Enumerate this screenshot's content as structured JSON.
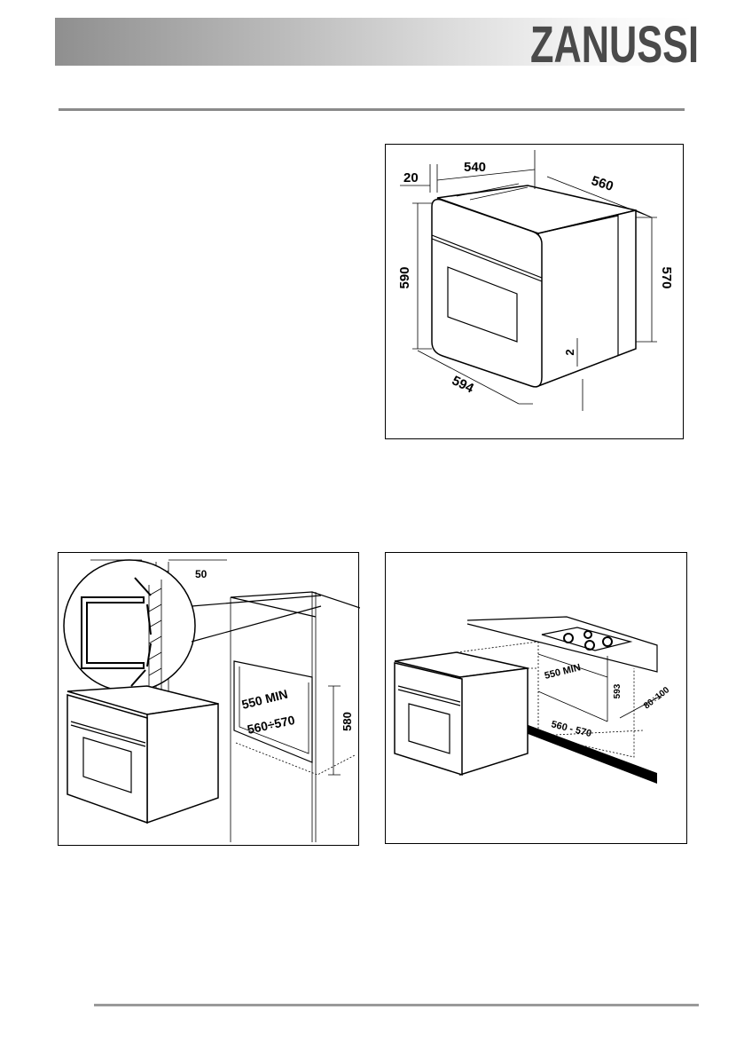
{
  "header": {
    "brand": "ZANUSSI"
  },
  "figures": {
    "dimensions": {
      "labels": {
        "d20": "20",
        "d540": "540",
        "d560": "560",
        "d590": "590",
        "d570": "570",
        "d2": "2",
        "d594": "594"
      }
    },
    "ventilation": {
      "labels": {
        "d50": "50",
        "d550": "550 MIN",
        "d560_570": "560÷570",
        "d580": "580"
      }
    },
    "under_hob": {
      "labels": {
        "d550": "550 MIN",
        "d593": "593",
        "d80_100": "80÷100",
        "d560_570": "560 - 570"
      }
    }
  },
  "colors": {
    "header_gradient_start": "#8f8f8f",
    "header_gradient_end": "#ffffff",
    "rule": "#8a8a8a"
  }
}
